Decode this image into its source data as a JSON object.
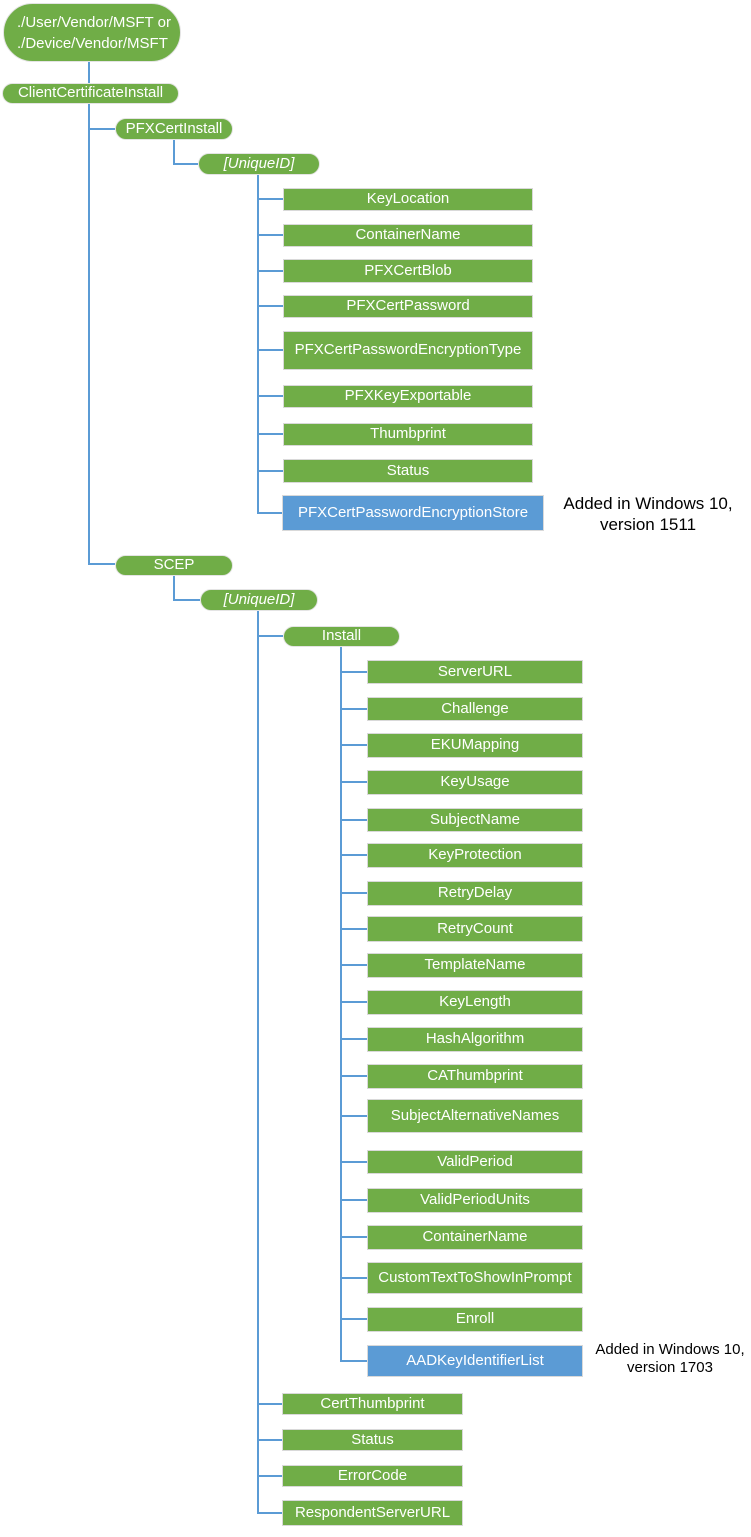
{
  "colors": {
    "node_green": "#70AD47",
    "node_blue": "#5B9BD5",
    "connector_blue": "#5B9BD5",
    "node_text": "#FFFFFF",
    "annotation_text": "#000000"
  },
  "root": {
    "line1": "./User/Vendor/MSFT or",
    "line2": "./Device/Vendor/MSFT"
  },
  "tree": {
    "client_certificate_install": {
      "label": "ClientCertificateInstall"
    },
    "pfx_cert_install": {
      "label": "PFXCertInstall",
      "unique_id": {
        "label": "[UniqueID]"
      },
      "children": [
        "KeyLocation",
        "ContainerName",
        "PFXCertBlob",
        "PFXCertPassword",
        "PFXCertPasswordEncryptionType",
        "PFXKeyExportable",
        "Thumbprint",
        "Status"
      ],
      "added": {
        "label": "PFXCertPasswordEncryptionStore",
        "note_line1": "Added in Windows 10,",
        "note_line2": "version 1511"
      }
    },
    "scep": {
      "label": "SCEP",
      "unique_id": {
        "label": "[UniqueID]"
      },
      "install": {
        "label": "Install",
        "children": [
          "ServerURL",
          "Challenge",
          "EKUMapping",
          "KeyUsage",
          "SubjectName",
          "KeyProtection",
          "RetryDelay",
          "RetryCount",
          "TemplateName",
          "KeyLength",
          "HashAlgorithm",
          "CAThumbprint",
          "SubjectAlternativeNames",
          "ValidPeriod",
          "ValidPeriodUnits",
          "ContainerName",
          "CustomTextToShowInPrompt",
          "Enroll"
        ],
        "added": {
          "label": "AADKeyIdentifierList",
          "note_line1": "Added in Windows 10,",
          "note_line2": "version 1703"
        }
      },
      "children": [
        "CertThumbprint",
        "Status",
        "ErrorCode",
        "RespondentServerURL"
      ]
    }
  }
}
